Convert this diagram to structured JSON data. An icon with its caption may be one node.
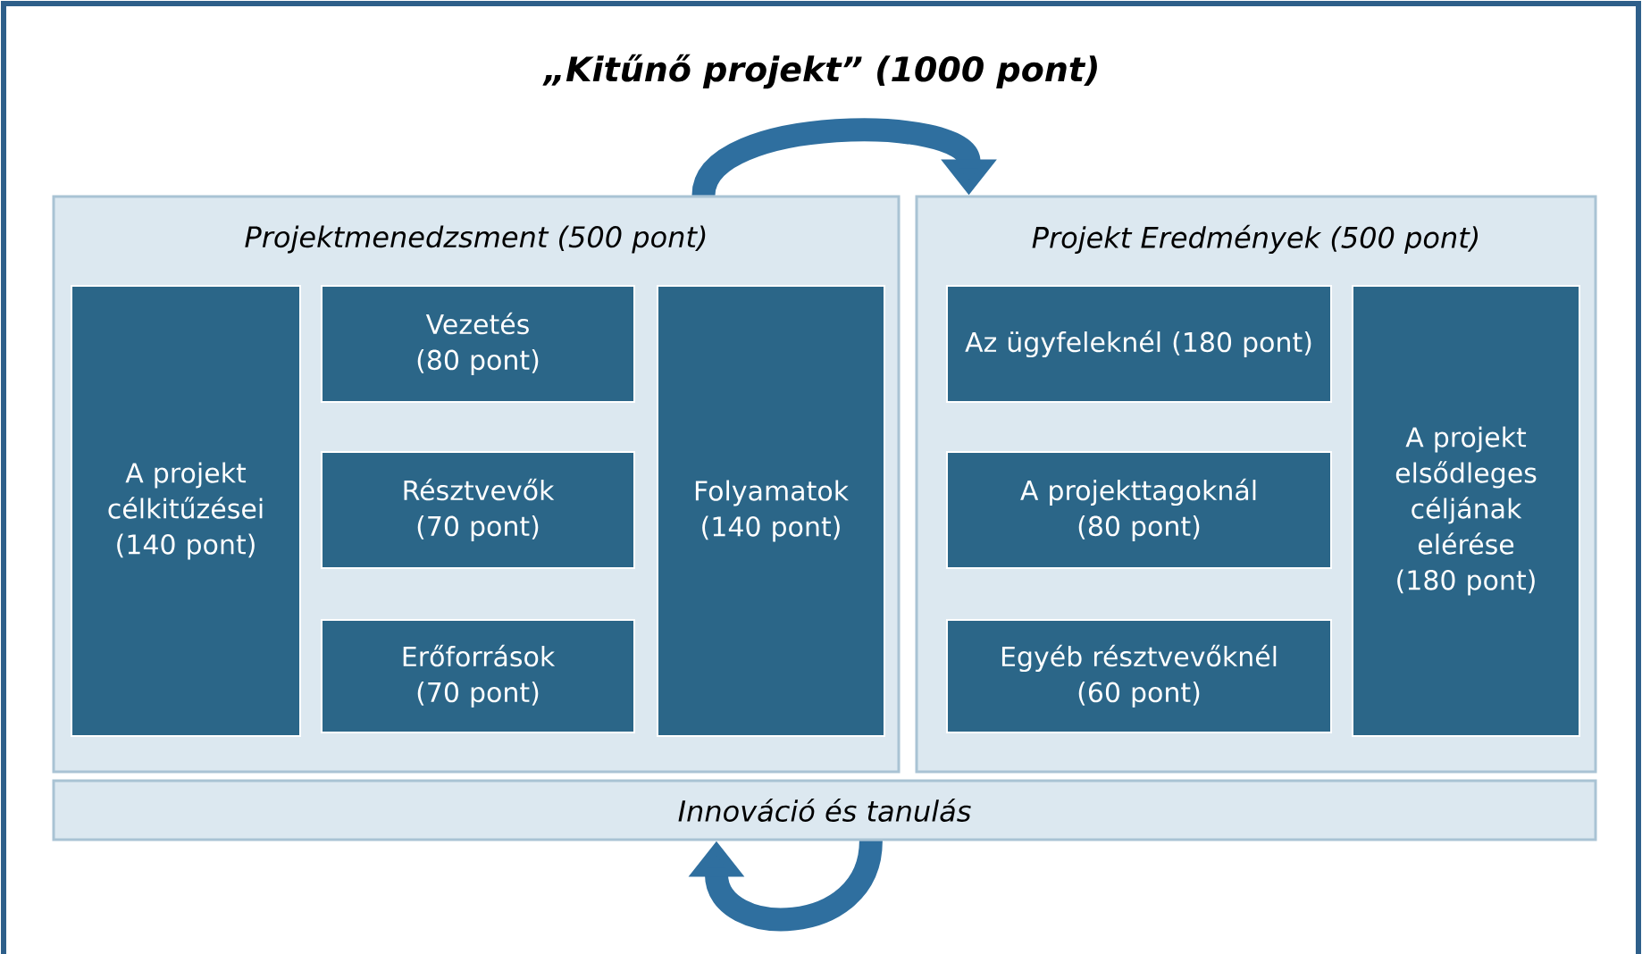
{
  "diagram": {
    "title": "„Kitűnő projekt” (1000 pont)",
    "nodes": [
      {
        "text": [
          "Projektmenedzsment (500 pont)"
        ]
      },
      {
        "text": [
          "A projekt célkitűzései (140 pont)"
        ],
        "in": 0
      },
      {
        "text": [
          "Vezetés (80 pont)"
        ],
        "in": 0
      },
      {
        "text": [
          "Résztvevők (70 pont)"
        ],
        "in": 0
      },
      {
        "text": [
          "Erőforrások (70 pont)"
        ],
        "in": 0
      },
      {
        "text": [
          "Folyamatok (140 pont)"
        ],
        "in": 0
      },
      {
        "text": [
          "Projekt Eredmények (500 pont)"
        ]
      },
      {
        "text": [
          "Az ügyfeleknél (180 pont)"
        ],
        "in": 6
      },
      {
        "text": [
          "A projekttagoknál (80 pont)"
        ],
        "in": 6
      },
      {
        "text": [
          "Egyéb résztvevőknél (60 pont)"
        ],
        "in": 6
      },
      {
        "text": [
          "A projekt elsődleges céljának elérése (180 pont)"
        ],
        "in": 6
      },
      {
        "text": [
          "Innováció és tanulás"
        ]
      }
    ],
    "edges": [
      {
        "from": 0,
        "to": 6,
        "arrow": "to"
      },
      {
        "from": 11,
        "to": 11,
        "arrow": "to"
      }
    ]
  }
}
